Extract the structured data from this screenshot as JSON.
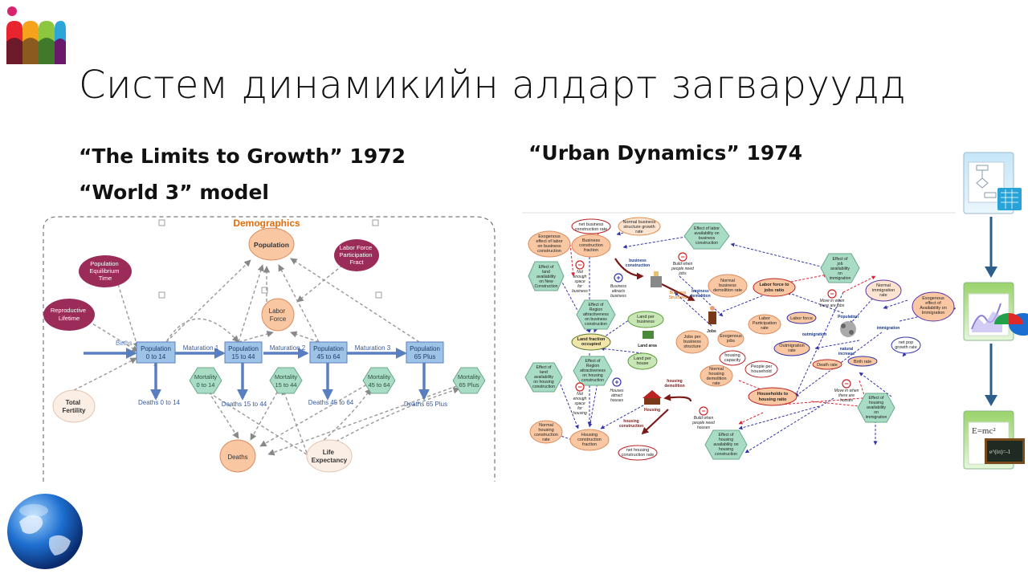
{
  "slide": {
    "title": "Систем динамикийн алдарт загваруудд",
    "left_subtitle_1": "“The Limits to Growth” 1972",
    "left_subtitle_2": "“World 3” model",
    "right_subtitle": "“Urban Dynamics” 1974"
  },
  "world3": {
    "header": "Demographics",
    "population": "Population",
    "eq_time": [
      "Population",
      "Equilibrium",
      "Time"
    ],
    "repro": [
      "Reproductive",
      "Lifetime"
    ],
    "labor_fract": [
      "Labor Force",
      "Participation",
      "Fract"
    ],
    "labor_force": [
      "Labor",
      "Force"
    ],
    "total_fertility": [
      "Total",
      "Fertility"
    ],
    "births": "Births",
    "stocks": [
      [
        "Population",
        "0 to 14"
      ],
      [
        "Population",
        "15 to 44"
      ],
      [
        "Population",
        "45 to 64"
      ],
      [
        "Population",
        "65 Plus"
      ]
    ],
    "flows": [
      "Maturation 1",
      "Maturation 2",
      "Maturation 3"
    ],
    "mortality": [
      [
        "Mortality",
        "0 to 14"
      ],
      [
        "Mortality",
        "15 to 44"
      ],
      [
        "Mortality",
        "45 to 64"
      ],
      [
        "Mortality",
        "65 Plus"
      ]
    ],
    "death_flows": [
      "Deaths 0 to 14",
      "Deaths 15 to 44",
      "Deaths 45 to 64",
      "Deaths 65 Plus"
    ],
    "deaths": "Deaths",
    "life_exp": [
      "Life",
      "Expectancy"
    ],
    "colors": {
      "stock": "#9dc3e6",
      "peach": "#f9c8a3",
      "maroon": "#9b2c5a",
      "hex": "#a9dcc5",
      "flow": "#5a7fc0",
      "header": "#e46c0a"
    }
  },
  "urban": {
    "labels": {
      "net_business_construction_rate": [
        "net business",
        "construction rate"
      ],
      "normal_business_structure_growth_rate": [
        "Normal business",
        "structure growth",
        "rate"
      ],
      "effect_labor_business": [
        "Effect of labor",
        "availability on",
        "business",
        "construction"
      ],
      "exogenous_labor_business": [
        "Exogenous",
        "effect of labor",
        "on business",
        "construction"
      ],
      "business_construction_fraction": [
        "Business",
        "construction",
        "fraction"
      ],
      "effect_land_new": [
        "Effect of",
        "land",
        "availability",
        "on New",
        "Construction"
      ],
      "not_enough_space_business": [
        "Not",
        "enough",
        "space",
        "for",
        "business"
      ],
      "business_construction": [
        "business",
        "construction"
      ],
      "build_when_jobs": [
        "Build when",
        "people need",
        "jobs"
      ],
      "business_attracts": [
        "Business",
        "attracts",
        "business"
      ],
      "business_structures": [
        "Business",
        "Structures"
      ],
      "business_demolition": [
        "business",
        "demolition"
      ],
      "normal_business_demolition": [
        "Normal",
        "business",
        "demolition rate"
      ],
      "labor_force_jobs_ratio": [
        "Labor force to",
        "jobs ratio"
      ],
      "effect_job_immigration": [
        "Effect of",
        "job",
        "availability",
        "on",
        "immigration"
      ],
      "normal_immigration_rate": [
        "Normal",
        "immigration",
        "rate"
      ],
      "exogenous_availability_immigration": [
        "Exogenous",
        "effect of",
        "Availability on",
        "Immigration"
      ],
      "move_in_jobs": [
        "Move in when",
        "there are jobs"
      ],
      "effect_region_business": [
        "Effect of",
        "Region",
        "attractiveness",
        "on business",
        "construction"
      ],
      "land_per_business": [
        "Land per",
        "business"
      ],
      "land_area": "Land area",
      "jobs_per_business": [
        "Jobs per",
        "business",
        "structure"
      ],
      "jobs": "Jobs",
      "exogenous_jobs": [
        "Exogenous",
        "jobs"
      ],
      "labor_participation_rate": [
        "Labor",
        "Participation",
        "rate"
      ],
      "labor_force": "Labor force",
      "population": "Population",
      "immigration": "immigration",
      "outmigration": "outmigration",
      "natural_increase": [
        "natural",
        "increase"
      ],
      "outmigration_rate": [
        "Outmigration",
        "rate"
      ],
      "net_pop_growth_rate": [
        "net pop",
        "growth rate"
      ],
      "land_fraction_occupied": [
        "Land fraction",
        "occupied"
      ],
      "land_per_house": [
        "Land per",
        "house"
      ],
      "housing_capacity": [
        "housing",
        "capacity"
      ],
      "death_rate": "Death rate",
      "birth_rate": "Birth rate",
      "effect_land_housing": [
        "Effect of",
        "land",
        "availability",
        "on housing",
        "construction"
      ],
      "effect_region_housing": [
        "Effect of",
        "Region",
        "attractiveness",
        "on housing",
        "construction"
      ],
      "not_enough_space_housing": [
        "Not",
        "enough",
        "space",
        "for",
        "housing"
      ],
      "houses_attract": [
        "Houses",
        "attract",
        "houses"
      ],
      "housing": "Housing",
      "housing_demolition": [
        "housing",
        "demolition"
      ],
      "normal_housing_demolition": [
        "Normal",
        "housing",
        "demolition",
        "rate"
      ],
      "people_per_household": [
        "People per",
        "household"
      ],
      "households_housing_ratio": [
        "Households to",
        "housing ratio"
      ],
      "move_in_houses": [
        "Move in when",
        "there are",
        "houses"
      ],
      "effect_housing_immigration": [
        "Effect of",
        "housing",
        "availability",
        "on",
        "immigration"
      ],
      "normal_housing_construction": [
        "Normal",
        "housing",
        "construction",
        "rate"
      ],
      "housing_construction_fraction": [
        "Housing",
        "construction",
        "fraction"
      ],
      "housing_construction": [
        "housing",
        "construction"
      ],
      "build_when_houses": [
        "Build when",
        "people need",
        "houses"
      ],
      "effect_housing_construction": [
        "Effect of",
        "housing",
        "availability on",
        "housing",
        "construction"
      ],
      "net_housing_construction_rate": [
        "net housing",
        "construction rate"
      ]
    }
  },
  "icons": {
    "logo": "colorful-m-logo",
    "globe": "globe-icon",
    "diagram": "flowchart-icon",
    "chart": "chart-icon",
    "formula": "formula-icon",
    "formula_text": "E=mc²",
    "blackboard_text": "e^(iπ)=-1"
  }
}
